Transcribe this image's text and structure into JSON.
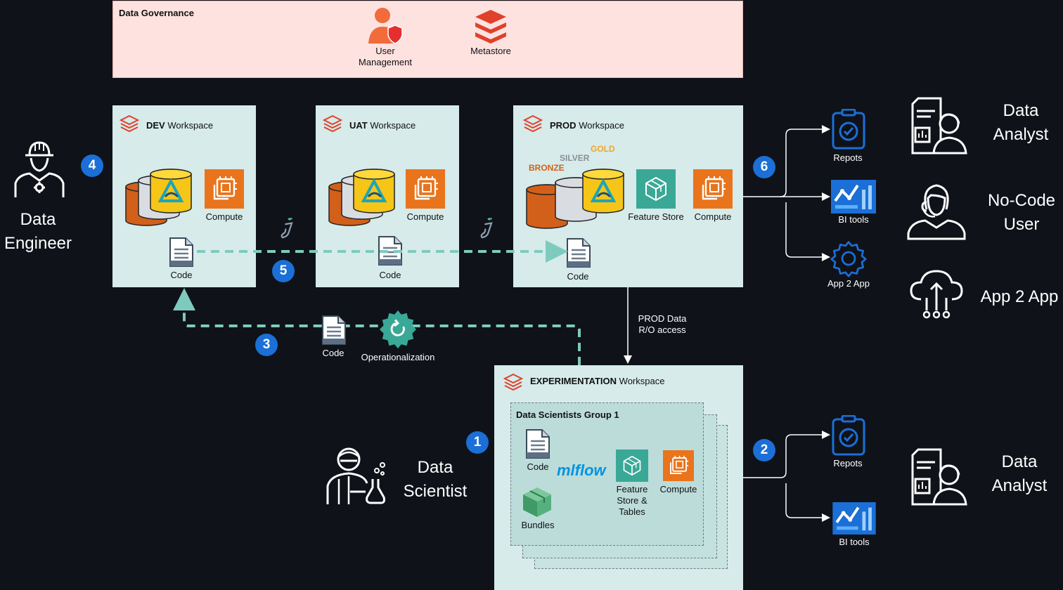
{
  "governance": {
    "title": "Data Governance",
    "user_mgmt_label": "User Management",
    "metastore_label": "Metastore"
  },
  "workspaces": {
    "dev": {
      "name": "DEV",
      "suffix": "Workspace",
      "compute": "Compute",
      "code": "Code"
    },
    "uat": {
      "name": "UAT",
      "suffix": "Workspace",
      "compute": "Compute",
      "code": "Code"
    },
    "prod": {
      "name": "PROD",
      "suffix": "Workspace",
      "bronze": "BRONZE",
      "silver": "SILVER",
      "gold": "GOLD",
      "feature_store": "Feature Store",
      "compute": "Compute",
      "code": "Code"
    },
    "exp": {
      "name": "EXPERIMENTATION",
      "suffix": "Workspace",
      "group_title": "Data Scientists Group 1",
      "code": "Code",
      "mlflow": "mlflow",
      "feature": "Feature Store & Tables",
      "compute": "Compute",
      "bundles": "Bundles"
    }
  },
  "flow": {
    "prod_data_access": "PROD Data R/O access",
    "code": "Code",
    "operationalization": "Operationalization"
  },
  "badges": [
    "1",
    "2",
    "3",
    "4",
    "5",
    "6"
  ],
  "outputs_top": {
    "reports": "Repots",
    "bi": "BI tools",
    "app2app": "App 2 App"
  },
  "outputs_bottom": {
    "reports": "Repots",
    "bi": "BI tools"
  },
  "personas": {
    "data_engineer": "Data Engineer",
    "data_analyst_top": "Data Analyst",
    "no_code_user": "No-Code User",
    "app_2_app": "App 2 App",
    "data_scientist": "Data Scientist",
    "data_analyst_bottom": "Data Analyst"
  },
  "colors": {
    "background": "#0f1219",
    "governance_fill": "#fde2e0",
    "workspace_fill": "#d6ebea",
    "group_fill": "#bcdcda",
    "flow_dashed": "#7ecbbe",
    "badge": "#1b6fd6",
    "icon_blue": "#1b6fd6",
    "compute_orange": "#e9741c",
    "delta_yellow": "#f5c518",
    "feature_teal": "#3aa896",
    "bronze_orange": "#d2601a"
  },
  "icons": [
    "user-management-icon",
    "metastore-icon",
    "databricks-logo-icon",
    "compute-icon",
    "code-icon",
    "delta-storage-icon",
    "feature-store-icon",
    "reports-icon",
    "bi-tools-icon",
    "app2app-gear-icon",
    "operationalization-gear-icon",
    "bundles-icon",
    "mlflow-icon",
    "jenkins-icon"
  ]
}
